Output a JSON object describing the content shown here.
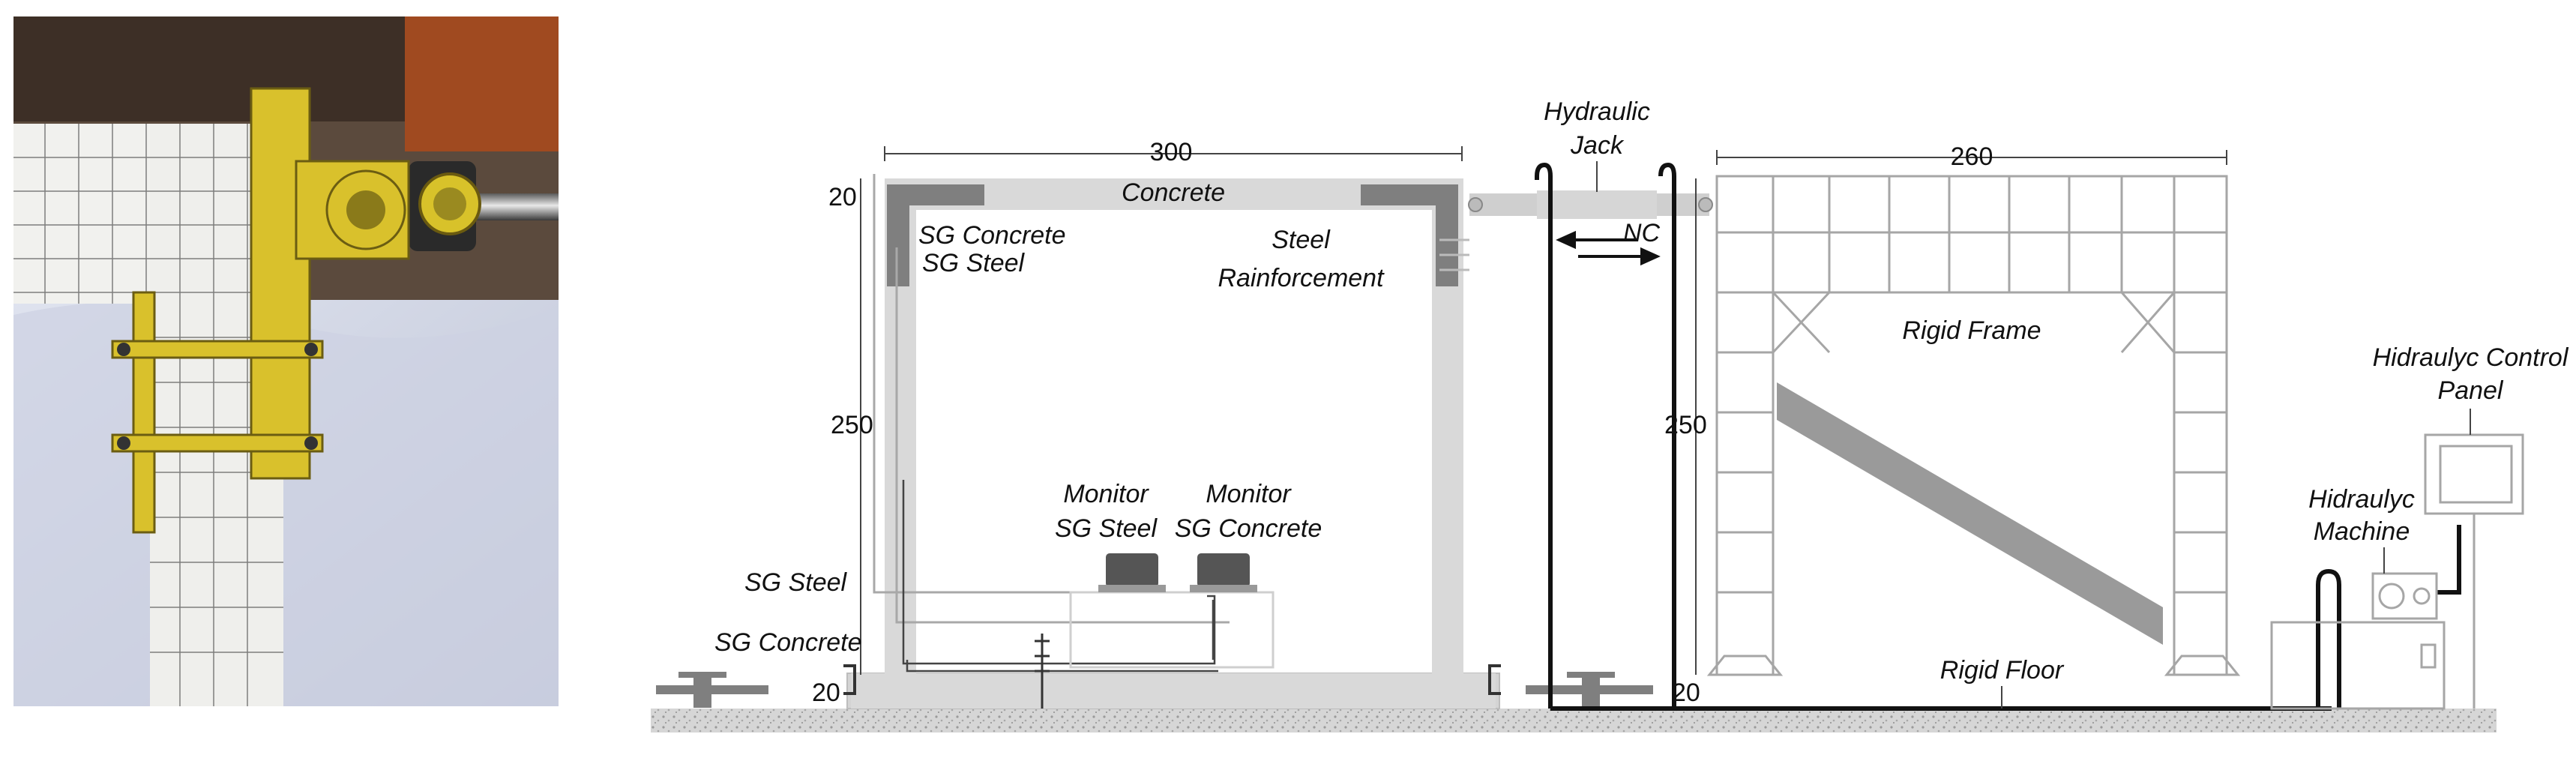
{
  "photo": {
    "alt": "specimen-photo"
  },
  "labels": {
    "concrete": "Concrete",
    "sg_concrete_steel_top": "SG Concrete",
    "sg_steel_top": "SG  Steel",
    "steel_rf_1": "Steel",
    "steel_rf_2": "Rainforcement",
    "hydraulic_1": "Hydraulic",
    "hydraulic_2": "Jack",
    "nc": "NC",
    "rigid_frame": "Rigid Frame",
    "rigid_floor": "Rigid Floor",
    "monitor_steel_1": "Monitor",
    "monitor_steel_2": "SG Steel",
    "monitor_conc_1": "Monitor",
    "monitor_conc_2": "SG Concrete",
    "sg_steel_left": "SG Steel",
    "sg_concrete_left": "SG Concrete",
    "control_panel_1": "Hidraulyc Control",
    "control_panel_2": "Panel",
    "machine_1": "Hidraulyc",
    "machine_2": "Machine"
  },
  "dimensions": {
    "d300": "300",
    "d260": "260",
    "d20_top": "20",
    "d250_left": "250",
    "d250_right": "250",
    "d20_bottom": "20",
    "d20_right": "20"
  },
  "colors": {
    "concrete_fill": "#d9d9d9",
    "steel_fill": "#7f7f7f",
    "frame_stroke": "#8c8c8c",
    "cable": "#111111",
    "floor": "#c8c8c8"
  }
}
